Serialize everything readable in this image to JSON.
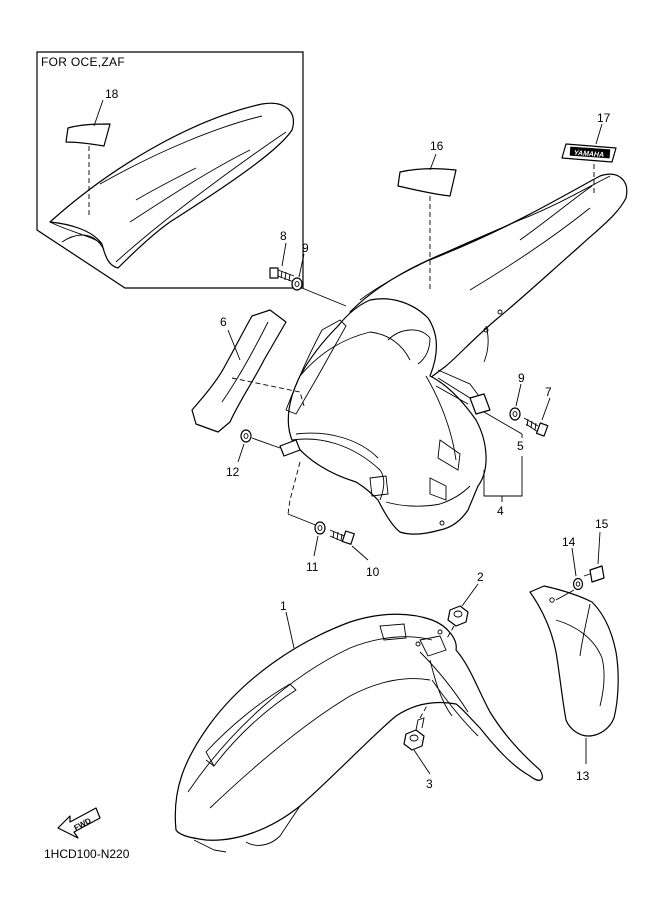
{
  "inset": {
    "label": "FOR OCE,ZAF"
  },
  "diagram_code": "1HCD100-N220",
  "fwd_label": "FWD",
  "decal_text": "YAMAHA",
  "callouts": {
    "c1": "1",
    "c2": "2",
    "c3": "3",
    "c4": "4",
    "c5": "5",
    "c6": "6",
    "c7": "7",
    "c8": "8",
    "c9a": "9",
    "c9b": "9",
    "c10": "10",
    "c11": "11",
    "c12": "12",
    "c13": "13",
    "c14": "14",
    "c15": "15",
    "c16": "16",
    "c17": "17",
    "c18": "18"
  }
}
